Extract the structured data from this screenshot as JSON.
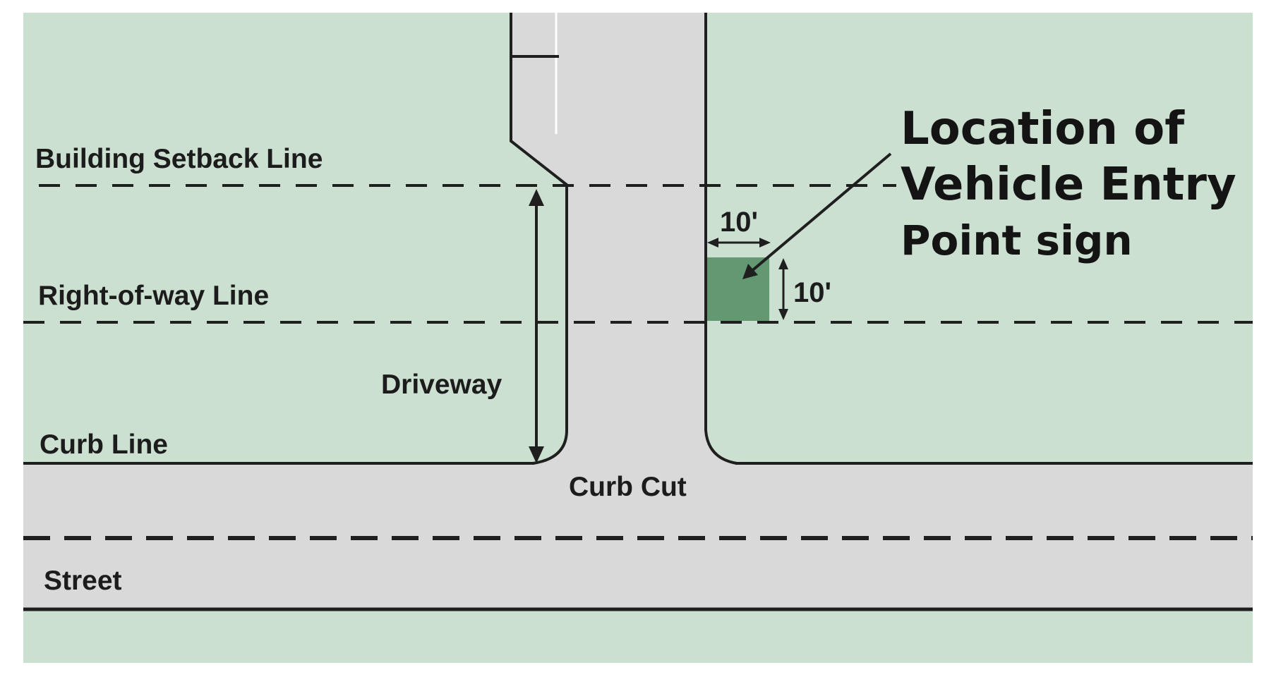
{
  "labels": {
    "building_setback": "Building Setback Line",
    "right_of_way": "Right-of-way Line",
    "driveway": "Driveway",
    "curb_line": "Curb Line",
    "curb_cut": "Curb Cut",
    "street": "Street",
    "dim_horizontal": "10'",
    "dim_vertical": "10'",
    "callout_line1": "Location of",
    "callout_line2": "Vehicle Entry",
    "callout_line3": "Point sign"
  },
  "colors": {
    "lawn": "#cce0d2",
    "pavement": "#d9d9d9",
    "sign_area": "#639873",
    "line": "#1f1f1f"
  }
}
